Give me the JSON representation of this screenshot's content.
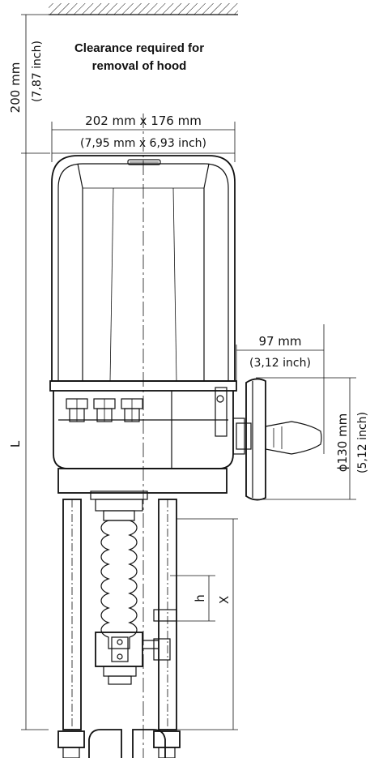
{
  "clearance": {
    "line1": "Clearance required for",
    "line2": "removal of hood"
  },
  "dimensions": {
    "top_height_mm": "200 mm",
    "top_height_in": "(7,87 inch)",
    "hood_size_mm": "202 mm x 176 mm",
    "hood_size_in": "(7,95 mm x 6,93 inch)",
    "wheel_offset_mm": "97 mm",
    "wheel_offset_in": "(3,12 inch)",
    "wheel_dia_mm": "ϕ130 mm",
    "wheel_dia_in": "(5,12 inch)",
    "overall_length": "L",
    "stroke_h": "h",
    "stroke_x": "X"
  },
  "colors": {
    "line": "#111111",
    "background": "#ffffff"
  }
}
